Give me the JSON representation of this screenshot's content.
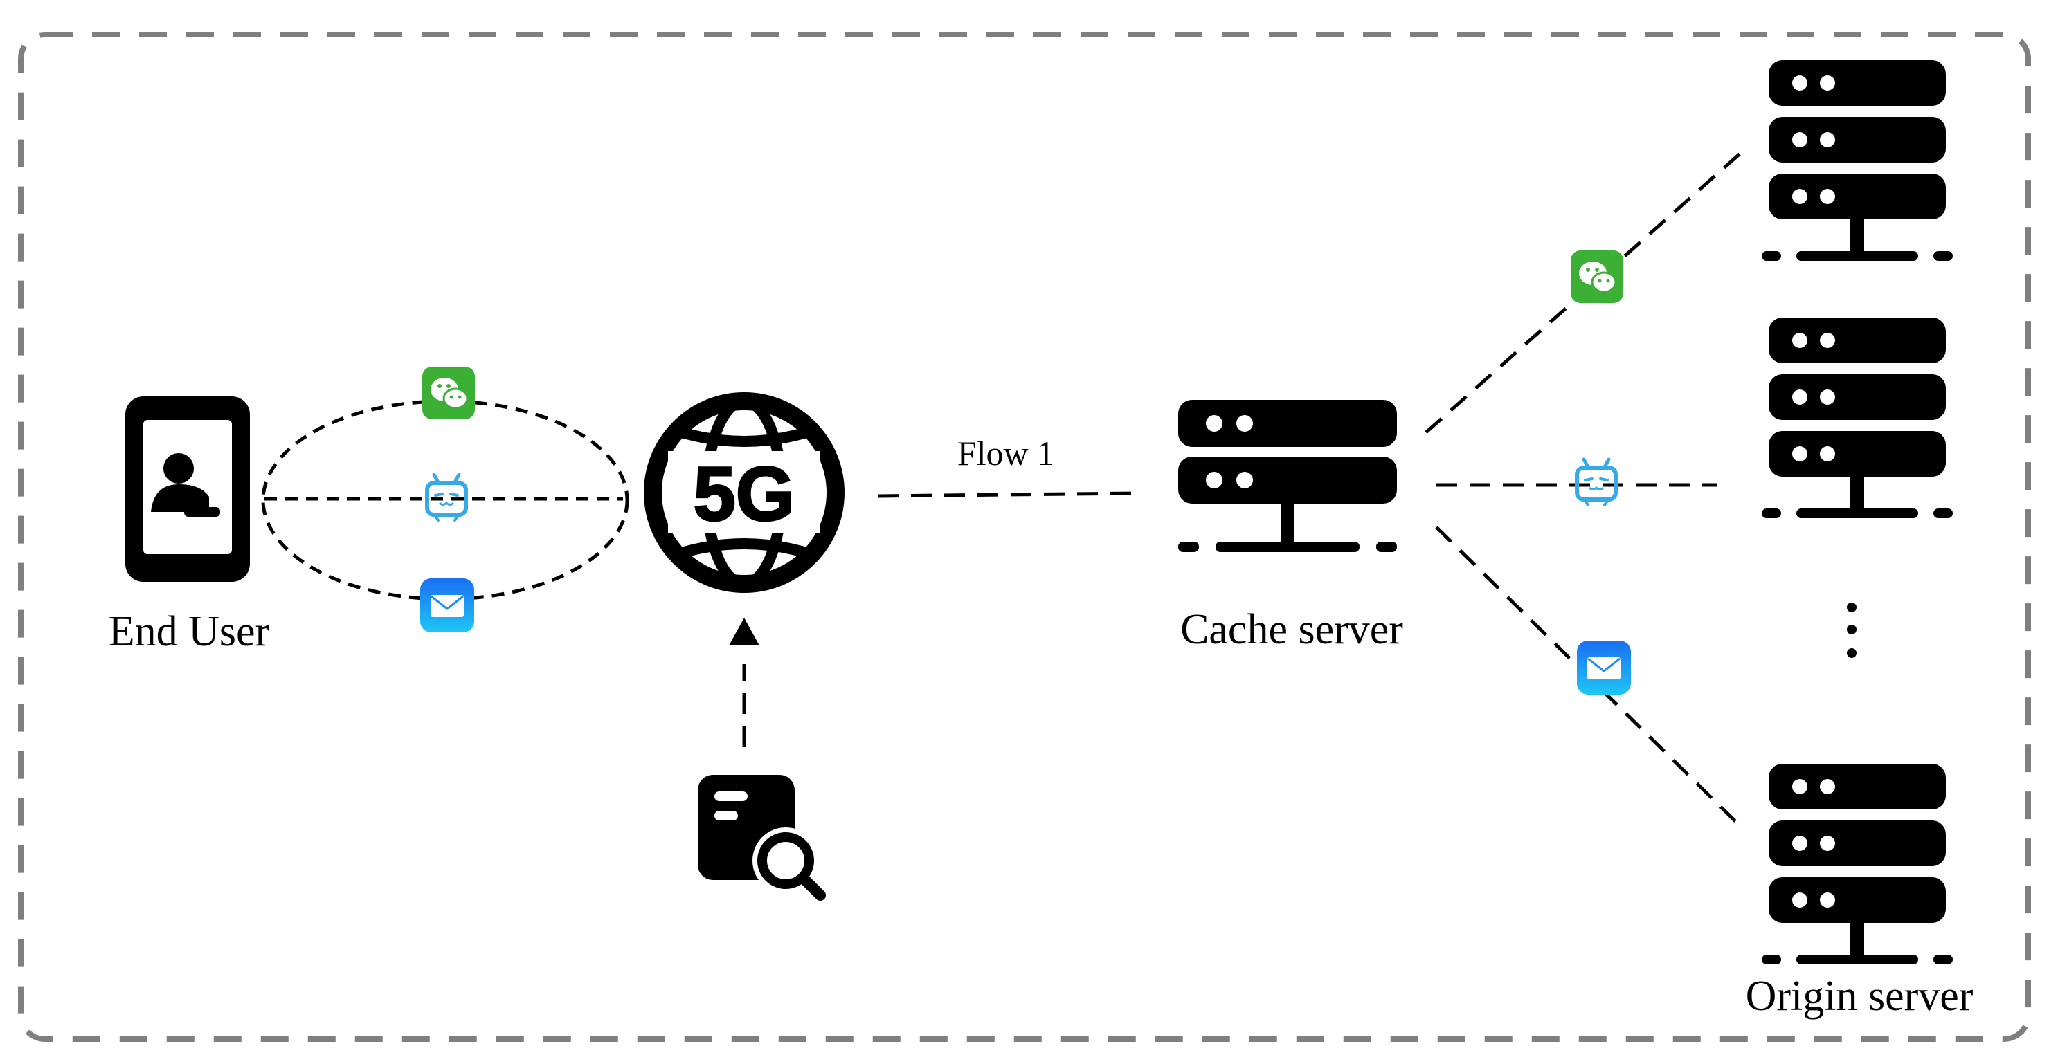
{
  "labels": {
    "end_user": "End User",
    "cache_server": "Cache server",
    "origin_server": "Origin server",
    "flow": "Flow 1",
    "five_g": "5G"
  },
  "icons": {
    "phone": "end-user-phone-icon",
    "globe": "5g-globe-icon",
    "monitor": "traffic-analysis-icon",
    "cache": "cache-server-icon",
    "origin": "origin-server-icon",
    "chat": "wechat-app-icon",
    "video": "bilibili-app-icon",
    "mail": "mail-app-icon"
  },
  "colors": {
    "frame": "#7f7f7f",
    "ink": "#000000",
    "wechat": "#3cb034",
    "video": "#37a9e7",
    "mail": "#1a8cf2"
  }
}
